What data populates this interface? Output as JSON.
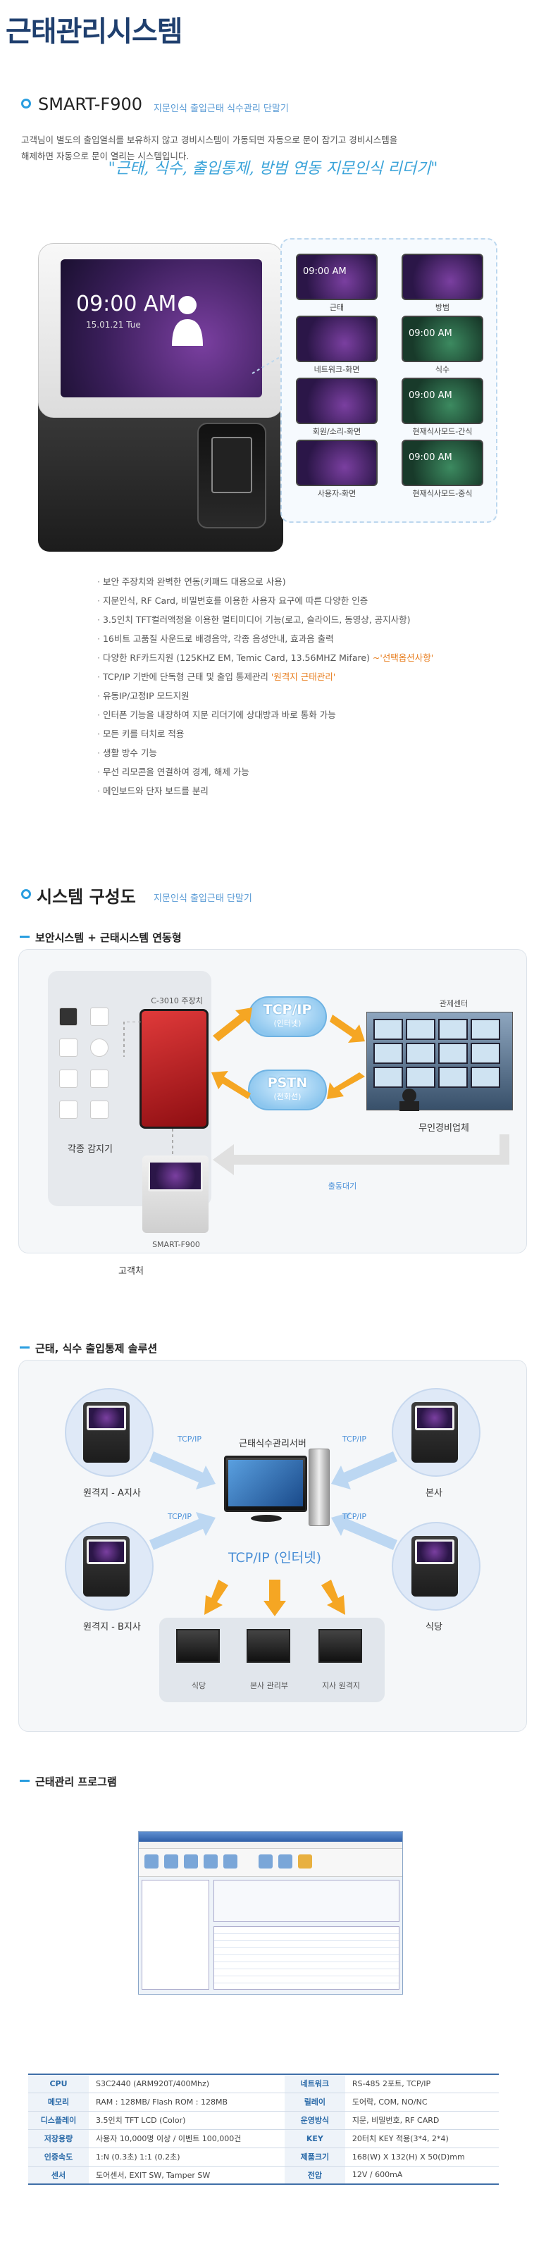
{
  "page_title": "근태관리시스템",
  "product": {
    "name": "SMART-F900",
    "subtitle": "지문인식 출입근태 식수관리 단말기",
    "intro_line1": "고객님이 별도의 출입열쇠를 보유하지 않고 경비시스템이 가동되면 자동으로 문이 잠기고 경비시스템을",
    "intro_line2": "해제하면 자동으로 문이 열리는 시스템입니다.",
    "slogan": "\"근태, 식수, 출입통제, 방범 연동 지문인식 리더기\"",
    "screen_time": "09:00 AM",
    "screen_date": "15.01.21 Tue",
    "screens": [
      {
        "label": "근태",
        "time": "09:00 AM"
      },
      {
        "label": "방범",
        "time": ""
      },
      {
        "label": "네트워크-화면",
        "time": ""
      },
      {
        "label": "식수",
        "time": "09:00 AM"
      },
      {
        "label": "회원/소리-화면",
        "time": ""
      },
      {
        "label": "현재식사모드-간식",
        "time": "09:00 AM"
      },
      {
        "label": "사용자-화면",
        "time": ""
      },
      {
        "label": "현재식사모드-중식",
        "time": "09:00 AM"
      }
    ],
    "features": [
      "보안 주장치와 완벽한 연동(키패드 대용으로 사용)",
      "지문인식, RF Card, 비밀번호를 이용한 사용자 요구에 따른 다양한 인증",
      "3.5인치 TFT컬러액정을 이용한 멀티미디어 기능(로고, 슬라이드, 동영상, 공지사항)",
      "16비트 고품질 사운드로 배경음악, 각종 음성안내, 효과음 출력",
      "다양한 RF카드지원 (125KHZ EM, Temic Card, 13.56MHZ Mifare) ",
      "TCP/IP 기반에 단독형 근태 및 출입 통제관리 ",
      "유동IP/고정IP 모드지원",
      "인터폰 기능을 내장하여 지문 리더기에 상대방과 바로 통화 가능",
      "모든 키를 터치로 적용",
      "생활 방수 기능",
      "무선 리모콘을 연결하여 경계, 해제 가능",
      "메인보드와 단자 보드를 분리"
    ],
    "feature_highlights": {
      "4": "~'선택옵션사항'",
      "5": "'원격지 근태관리'"
    }
  },
  "system": {
    "title": "시스템 구성도",
    "subtitle": "지문인식 출입근태 단말기",
    "diagram1": {
      "heading": "보안시스템 + 근태시스템 연동형",
      "main_unit": "C-3010 주장치",
      "sensors_label": "각종 감지기",
      "reader_label": "SMART-F900",
      "customer_label": "고객처",
      "cloud1": {
        "big": "TCP/IP",
        "small": "(인터넷)"
      },
      "cloud2": {
        "big": "PSTN",
        "small": "(전화선)"
      },
      "control_center": "관제센터",
      "security_company": "무인경비업체",
      "dispatch": "출동대기"
    },
    "diagram2": {
      "heading": "근태, 식수 출입통제 솔루션",
      "server": "근태식수관리서버",
      "network": "TCP/IP (인터넷)",
      "tcp": "TCP/IP",
      "sites": [
        "원격지 - A지사",
        "본사",
        "원격지 - B지사",
        "식당"
      ],
      "bottom_sites": [
        "식당",
        "본사 관리부",
        "지사 원격지"
      ]
    },
    "program": {
      "heading": "근태관리 프로그램"
    }
  },
  "specs": [
    [
      "CPU",
      "S3C2440 (ARM920T/400Mhz)",
      "네트워크",
      "RS-485 2포트, TCP/IP"
    ],
    [
      "메모리",
      "RAM : 128MB/ Flash ROM : 128MB",
      "릴레이",
      "도어락, COM, NO/NC"
    ],
    [
      "디스플레이",
      "3.5인치 TFT LCD (Color)",
      "운영방식",
      "지문, 비밀번호, RF CARD"
    ],
    [
      "저장용량",
      "사용자 10,000명 이상 / 이벤트 100,000건",
      "KEY",
      "20터치 KEY 적용(3*4, 2*4)"
    ],
    [
      "인증속도",
      "1:N (0.3초) 1:1 (0.2초)",
      "제품크기",
      "168(W) X 132(H) X 50(D)mm"
    ],
    [
      "센서",
      "도어센서, EXIT SW, Tamper SW",
      "전압",
      "12V / 600mA"
    ]
  ],
  "colors": {
    "accent": "#2a9ee0",
    "title": "#1f3f6e",
    "highlight": "#e77b1a",
    "arrow": "#f5a623"
  }
}
